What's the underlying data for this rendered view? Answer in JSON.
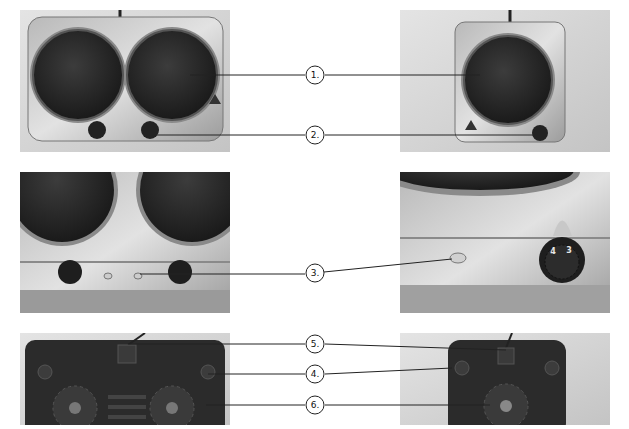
{
  "diagram": {
    "labels": [
      "1.",
      "2.",
      "3.",
      "5.",
      "4.",
      "6.",
      "4",
      "3"
    ]
  }
}
